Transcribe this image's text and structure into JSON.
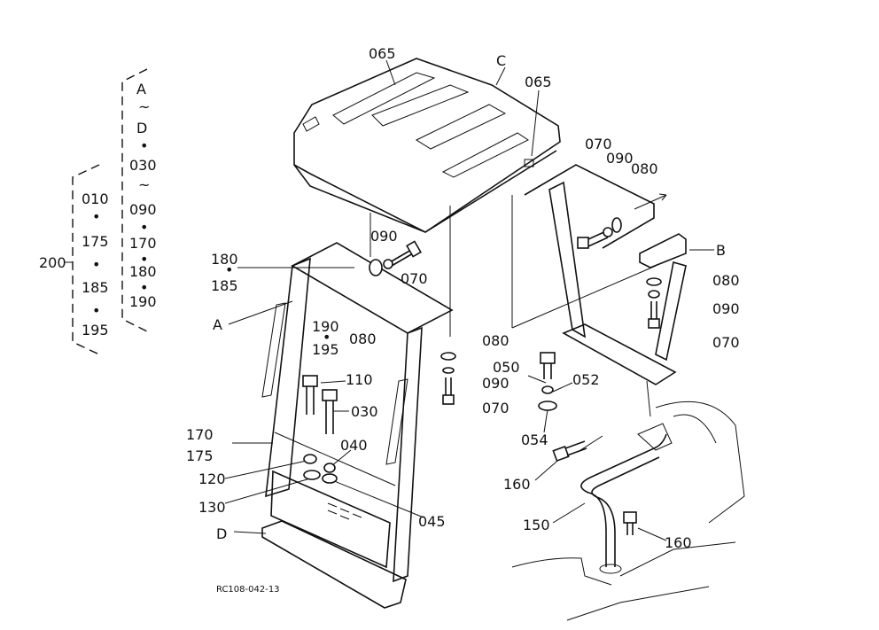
{
  "drawing_code": "RC108-042-13",
  "ref_group": {
    "main": "200",
    "col_a": [
      "010",
      "175",
      "185",
      "195"
    ],
    "col_b": [
      "A",
      "D",
      "030",
      "090",
      "170",
      "180",
      "190"
    ]
  },
  "assembly_labels": {
    "A": "A",
    "B": "B",
    "C": "C",
    "D": "D"
  },
  "part_labels": {
    "p065a": "065",
    "p065b": "065",
    "p070a": "070",
    "p090a": "090",
    "p080a": "080",
    "p090b": "090",
    "p070b": "070",
    "p180": "180",
    "p185": "185",
    "p190": "190",
    "p195": "195",
    "p080b": "080",
    "p080c": "080",
    "p090c": "090",
    "p070c": "070",
    "p110": "110",
    "p030": "030",
    "p170": "170",
    "p175": "175",
    "p040": "040",
    "p120": "120",
    "p130": "130",
    "p045": "045",
    "p050": "050",
    "p052": "052",
    "p054": "054",
    "p080d": "080",
    "p090d": "090",
    "p070d": "070",
    "p160a": "160",
    "p150": "150",
    "p160b": "160"
  }
}
